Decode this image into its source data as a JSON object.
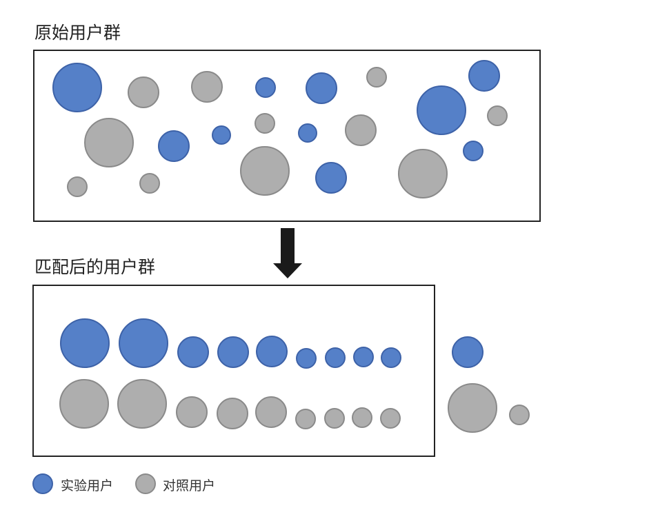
{
  "original_group": {
    "title": "原始用户群"
  },
  "matched_group": {
    "title": "匹配后的用户群"
  },
  "legend": {
    "treatment": "实验用户",
    "control": "对照用户"
  },
  "colors": {
    "treatment_fill": "#5580c8",
    "treatment_stroke": "#3d62a8",
    "control_fill": "#aeaeae",
    "control_stroke": "#8a8a8a",
    "arrow": "#1a1a1a"
  }
}
